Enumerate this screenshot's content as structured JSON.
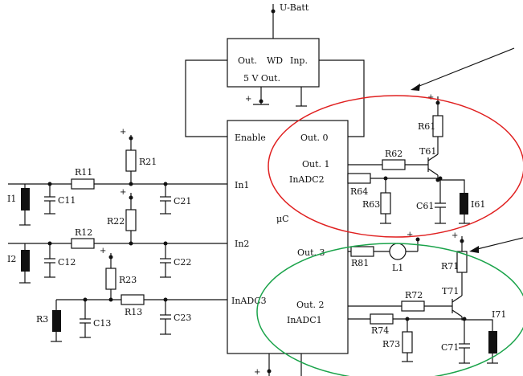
{
  "supply": {
    "label": "U-Batt"
  },
  "watchdog": {
    "out": "Out.",
    "wd": "WD",
    "inp": "Inp.",
    "out5v": "5 V Out."
  },
  "mcu": {
    "name": "μC",
    "enable": "Enable",
    "out0": "Out. 0",
    "out1": "Out. 1",
    "inadc2": "InADC2",
    "out3": "Out. 3",
    "out2": "Out. 2",
    "inadc1": "InADC1",
    "in1": "In1",
    "in2": "In2",
    "inadc3": "InADC3"
  },
  "components": {
    "R11": "R11",
    "R12": "R12",
    "R13": "R13",
    "R21": "R21",
    "R22": "R22",
    "R23": "R23",
    "C11": "C11",
    "C12": "C12",
    "C13": "C13",
    "C21": "C21",
    "C22": "C22",
    "C23": "C23",
    "I1": "I1",
    "I2": "I2",
    "R3": "R3",
    "R61": "R61",
    "R62": "R62",
    "R63": "R63",
    "R64": "R64",
    "T61": "T61",
    "C61": "C61",
    "I61": "I61",
    "R71": "R71",
    "R72": "R72",
    "R73": "R73",
    "R74": "R74",
    "T71": "T71",
    "C71": "C71",
    "I71": "I71",
    "R81": "R81",
    "L1": "L1"
  },
  "symbols": {
    "plus": "+"
  },
  "colors": {
    "red_ellipse": "#e02020",
    "green_ellipse": "#1aa34a",
    "line": "#111111"
  }
}
